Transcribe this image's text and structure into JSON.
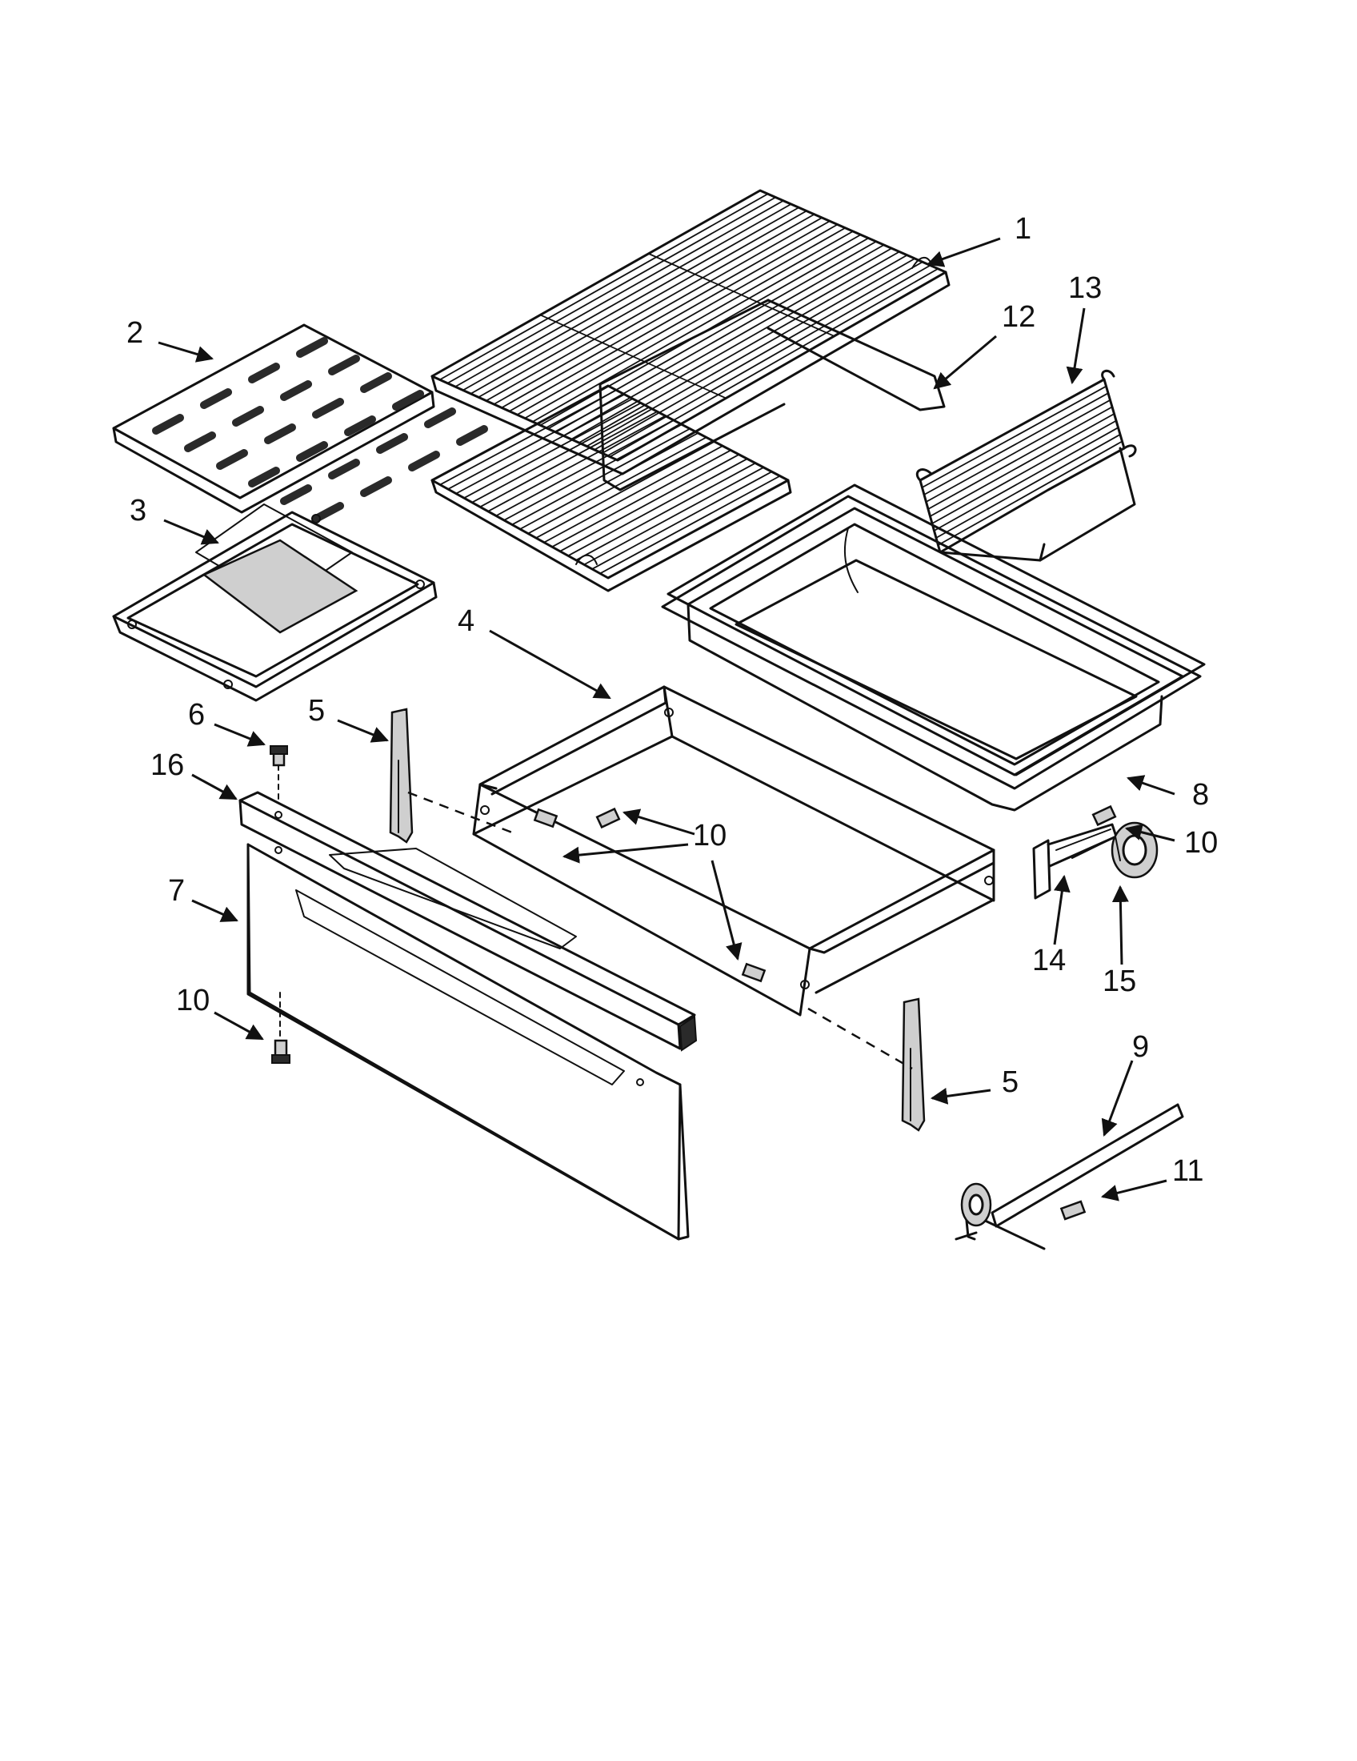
{
  "callouts": [
    {
      "id": "c1",
      "label": "1"
    },
    {
      "id": "c2",
      "label": "2"
    },
    {
      "id": "c3",
      "label": "3"
    },
    {
      "id": "c4",
      "label": "4"
    },
    {
      "id": "c5a",
      "label": "5"
    },
    {
      "id": "c5b",
      "label": "5"
    },
    {
      "id": "c6",
      "label": "6"
    },
    {
      "id": "c7",
      "label": "7"
    },
    {
      "id": "c8",
      "label": "8"
    },
    {
      "id": "c9",
      "label": "9"
    },
    {
      "id": "c10a",
      "label": "10"
    },
    {
      "id": "c10b",
      "label": "10"
    },
    {
      "id": "c10c",
      "label": "10"
    },
    {
      "id": "c11",
      "label": "11"
    },
    {
      "id": "c12",
      "label": "12"
    },
    {
      "id": "c13",
      "label": "13"
    },
    {
      "id": "c14",
      "label": "14"
    },
    {
      "id": "c15",
      "label": "15"
    },
    {
      "id": "c16",
      "label": "16"
    }
  ]
}
